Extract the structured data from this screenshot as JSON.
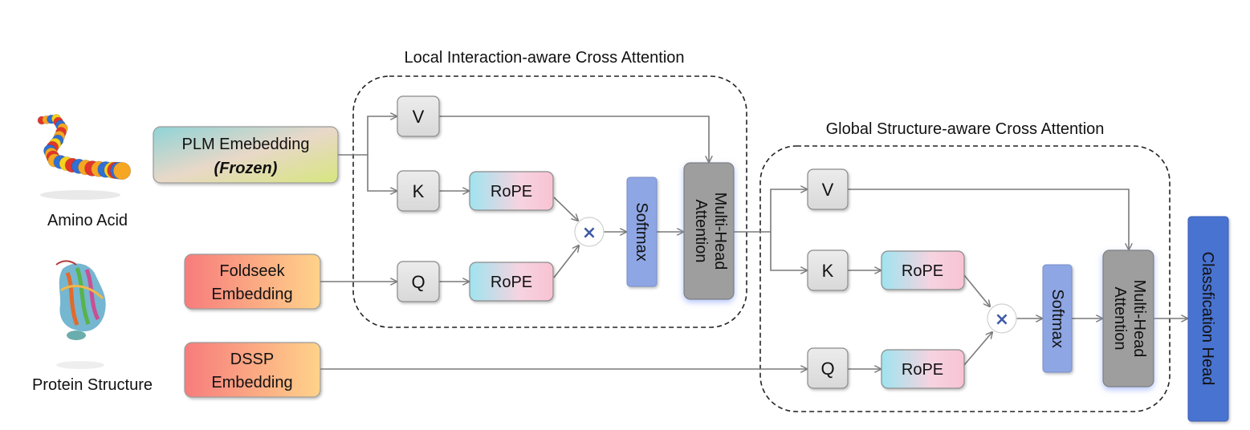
{
  "inputs": {
    "amino_acid": {
      "label": "Amino Acid"
    },
    "protein_structure": {
      "label": "Protein Structure"
    },
    "plm": {
      "line1": "PLM Emebedding",
      "line2": "(Frozen)"
    },
    "foldseek": {
      "line1": "Foldseek",
      "line2": "Embedding"
    },
    "dssp": {
      "line1": "DSSP",
      "line2": "Embedding"
    }
  },
  "local_block": {
    "title": "Local Interaction-aware Cross Attention",
    "v": "V",
    "k": "K",
    "q": "Q",
    "rope": "RoPE",
    "multiply": "×",
    "softmax": "Softmax",
    "mha_line1": "Multi-Head",
    "mha_line2": "Attention"
  },
  "global_block": {
    "title": "Global Structure-aware Cross Attention",
    "v": "V",
    "k": "K",
    "q": "Q",
    "rope": "RoPE",
    "multiply": "×",
    "softmax": "Softmax",
    "mha_line1": "Multi-Head",
    "mha_line2": "Attention"
  },
  "output": {
    "label": "Classfication Head"
  },
  "colors": {
    "line": "#7a7a7a",
    "box_gray": "#e2e2e2",
    "mha": "#9e9e9e",
    "softmax": "#8ea6e4",
    "classification": "#4a73d0",
    "frozen_text": "#3a4f9e"
  }
}
